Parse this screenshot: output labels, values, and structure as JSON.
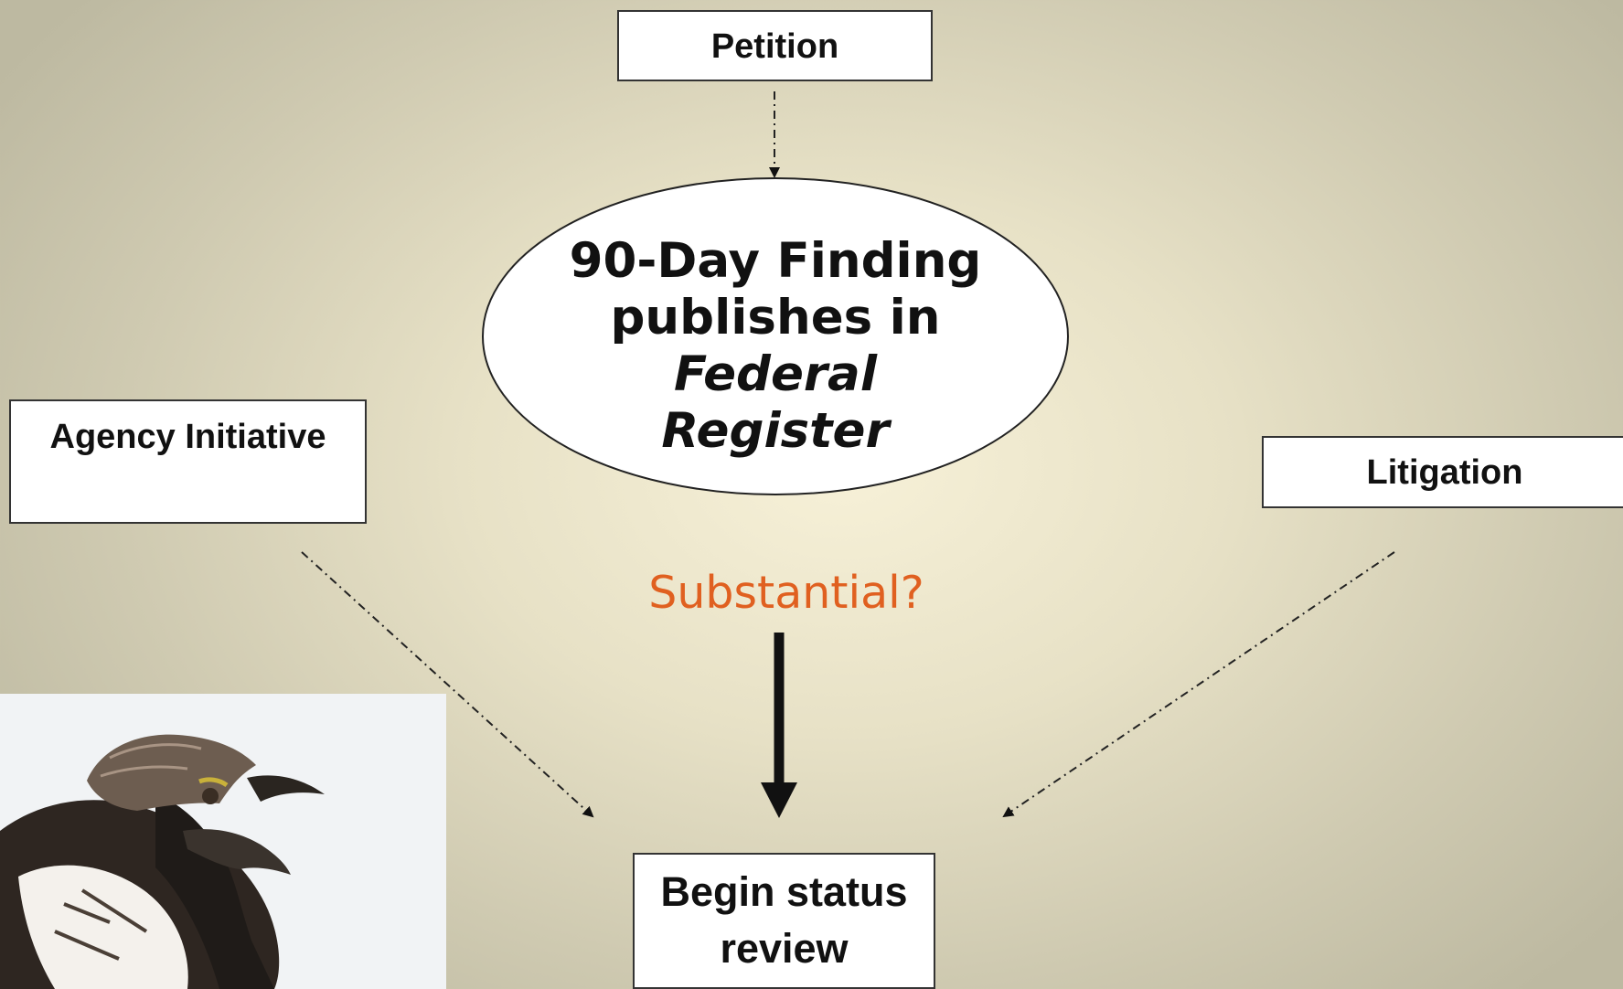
{
  "nodes": {
    "petition": "Petition",
    "agency_initiative": "Agency Initiative",
    "litigation": "Litigation",
    "finding": {
      "line1": "90-Day Finding",
      "line2": "publishes in",
      "line3": "Federal",
      "line4": "Register"
    },
    "decision": "Substantial?",
    "begin_review": {
      "line1": "Begin status",
      "line2": "review"
    }
  },
  "colors": {
    "decision_text": "#e06020",
    "box_fill": "#ffffff",
    "box_border": "#333333"
  },
  "photo": "sage-grouse-photo"
}
